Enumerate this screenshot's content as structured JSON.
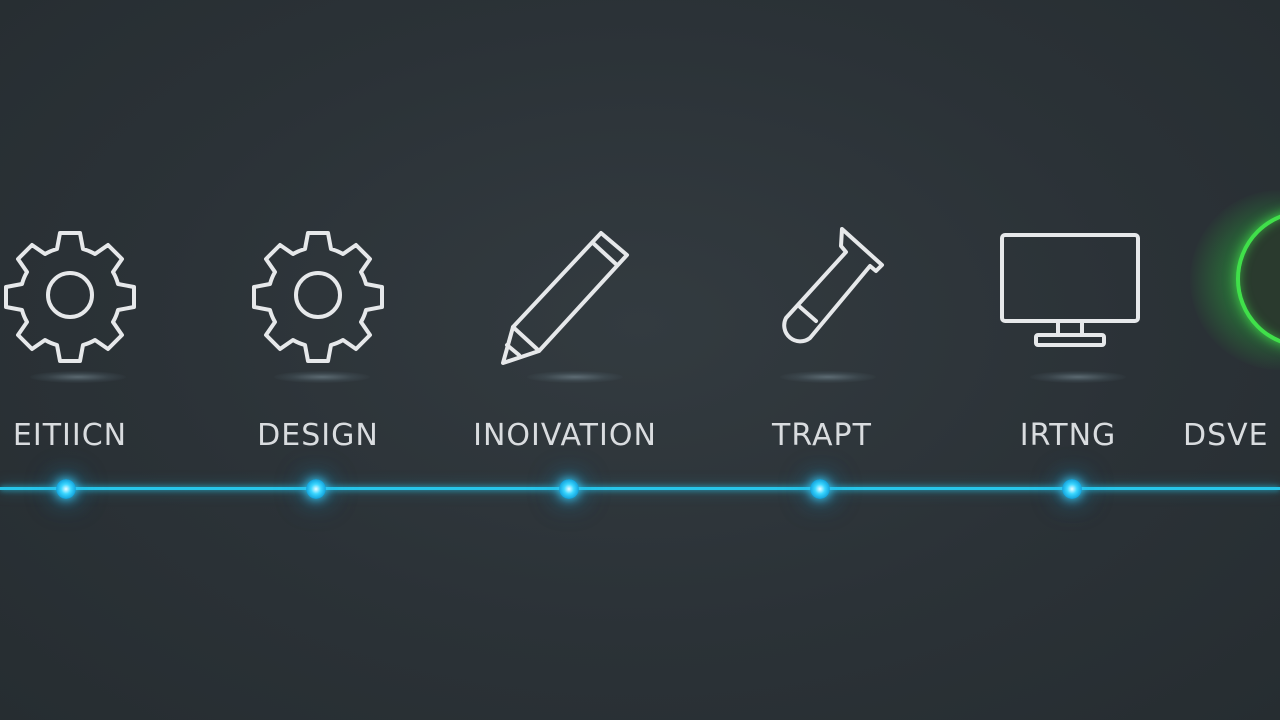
{
  "steps": [
    {
      "label": "EITIICN",
      "icon": "gear-icon"
    },
    {
      "label": "DESIGN",
      "icon": "gear-icon"
    },
    {
      "label": "INOIVATION",
      "icon": "pencil-icon"
    },
    {
      "label": "TRAPT",
      "icon": "test-tube-icon"
    },
    {
      "label": "IRTNG",
      "icon": "monitor-icon"
    },
    {
      "label": "DSVE",
      "icon": "green-circle-icon"
    }
  ],
  "colors": {
    "background": "#2b3237",
    "timeline": "#27c6ea",
    "icon_stroke": "#e6e8ea",
    "label": "#d9dcdf",
    "accent_green": "#40e04a"
  }
}
